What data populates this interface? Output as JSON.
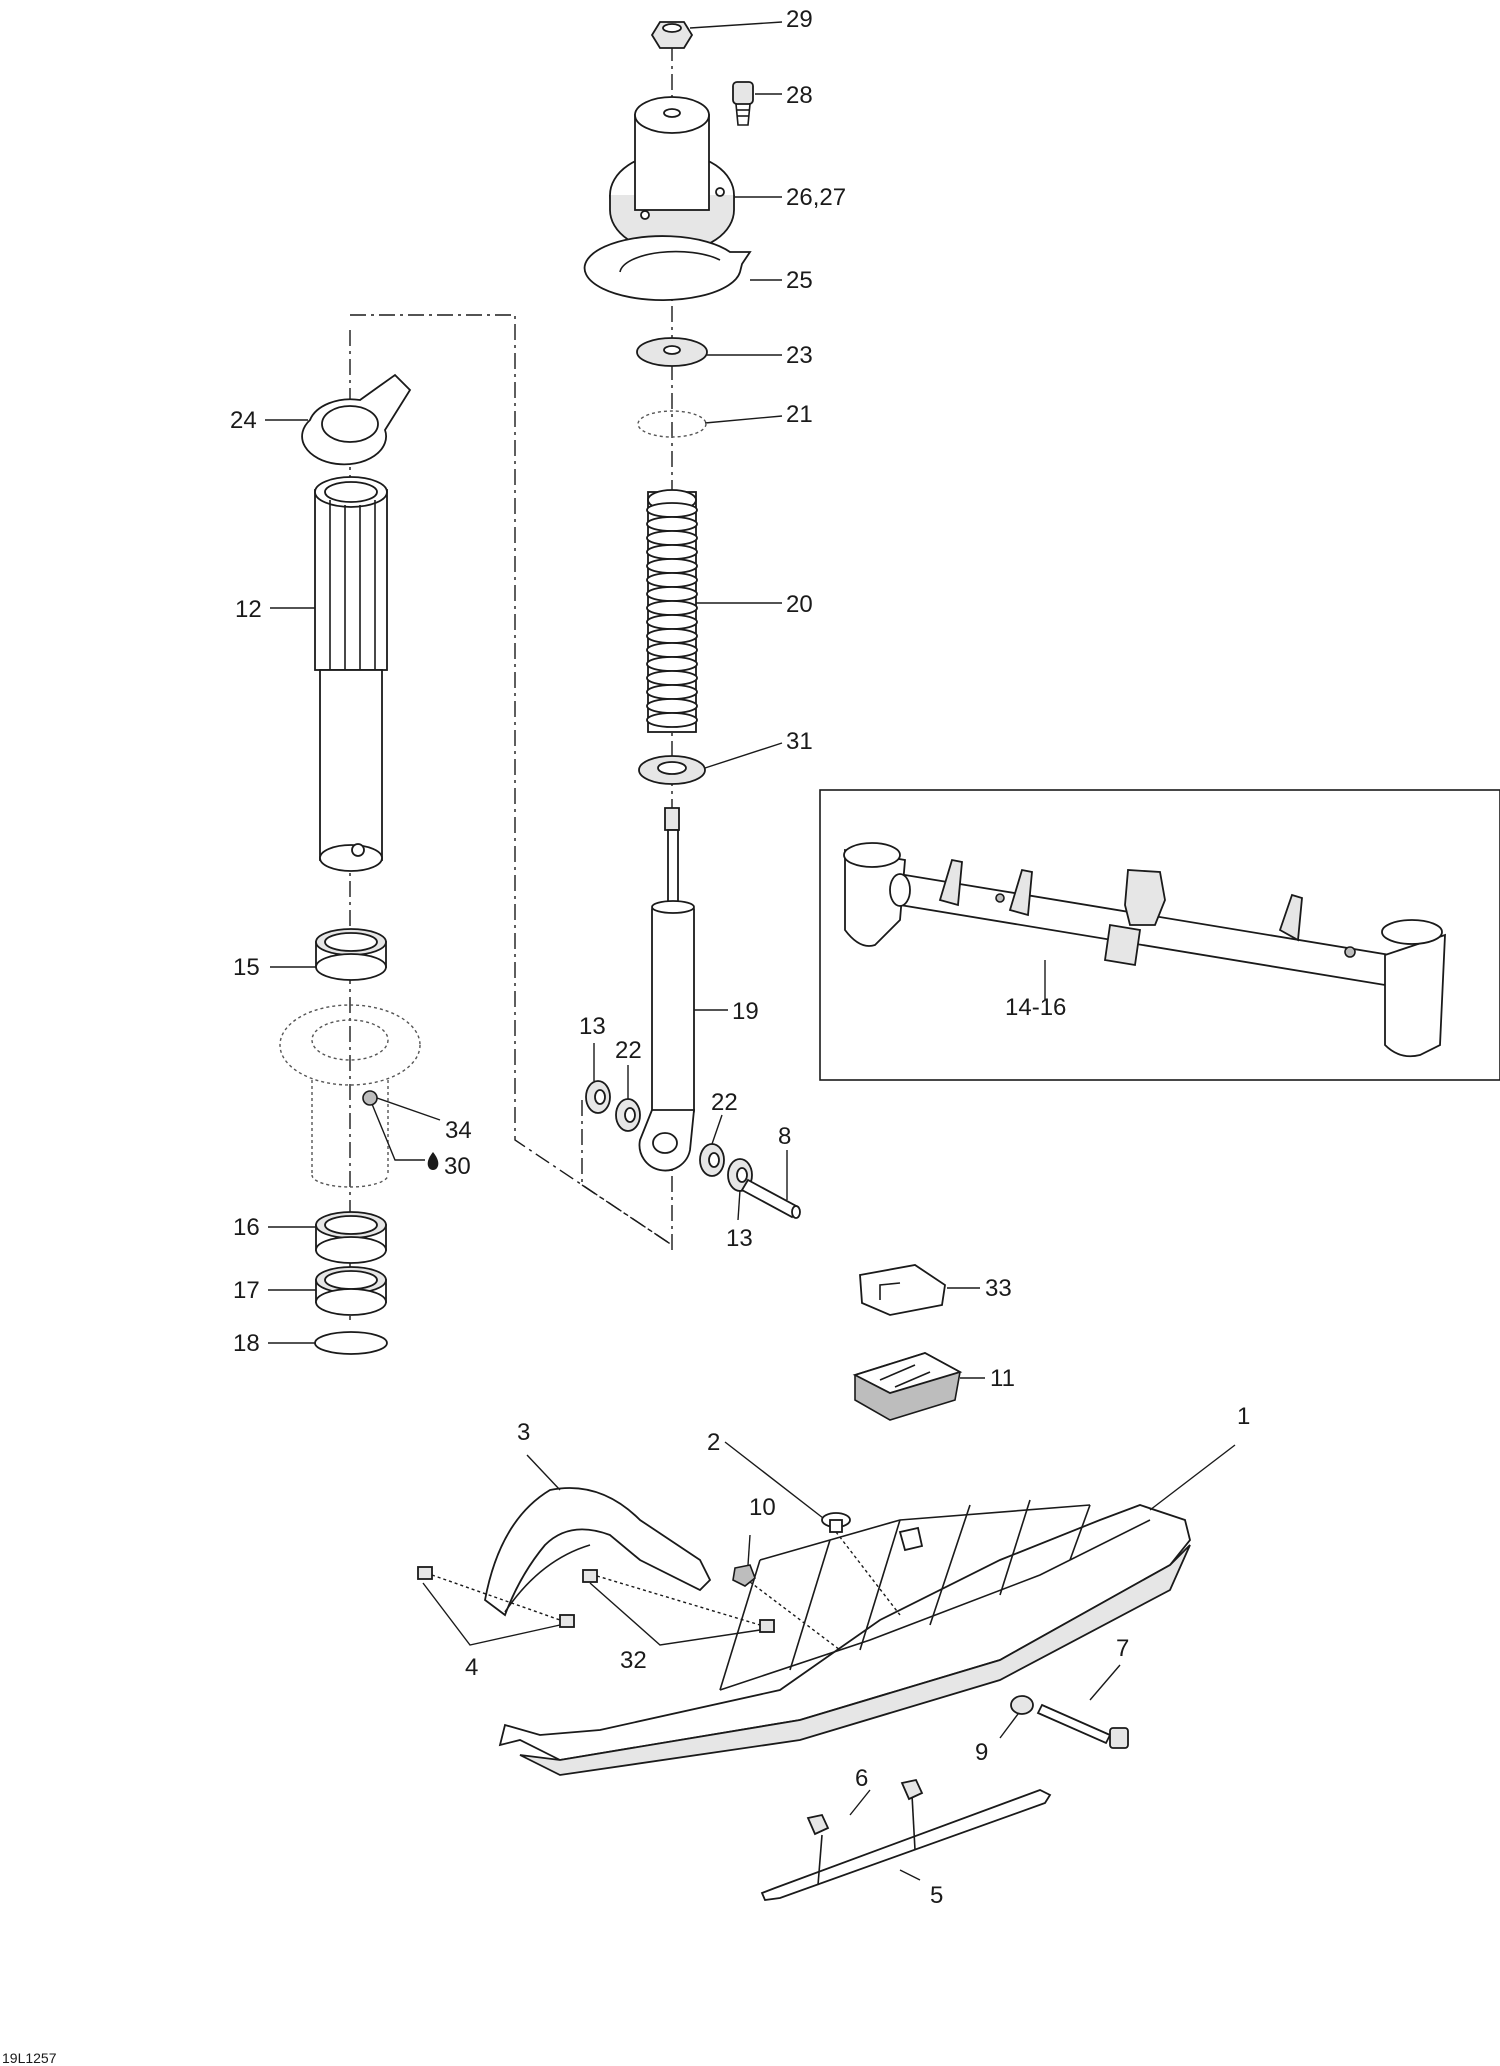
{
  "diagram_code": "19L1257",
  "labels": {
    "l29": "29",
    "l28": "28",
    "l26": "26,27",
    "l25": "25",
    "l23": "23",
    "l21": "21",
    "l24": "24",
    "l12": "12",
    "l20": "20",
    "l31": "31",
    "l15": "15",
    "l19": "19",
    "l13a": "13",
    "l22a": "22",
    "l22b": "22",
    "l34": "34",
    "l30": "30",
    "l8": "8",
    "l13b": "13",
    "l16": "16",
    "l17": "17",
    "l18": "18",
    "l33": "33",
    "l11": "11",
    "l1": "1",
    "l3": "3",
    "l2": "2",
    "l10": "10",
    "l4": "4",
    "l32": "32",
    "l7": "7",
    "l9": "9",
    "l6": "6",
    "l5": "5",
    "l14": "14-16"
  }
}
